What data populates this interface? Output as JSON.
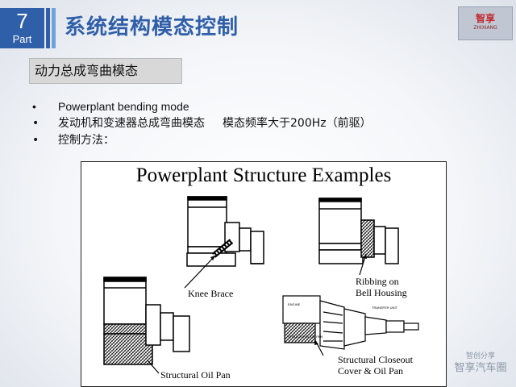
{
  "header": {
    "part_number": "7",
    "part_label": "Part",
    "title": "系统结构模态控制",
    "logo_text": "智享",
    "logo_subtext": "ZHIXIANG"
  },
  "subtitle": "动力总成弯曲模态",
  "bullets": {
    "item1": "Powerplant bending mode",
    "item2_part1": "发动机和变速器总成弯曲模态",
    "item2_part2": "模态频率大于200Hz（前驱）",
    "item3": "控制方法："
  },
  "figure": {
    "title": "Powerplant Structure Examples",
    "label_knee": "Knee Brace",
    "label_ribbing_1": "Ribbing on",
    "label_ribbing_2": "Bell Housing",
    "label_oilpan": "Structural Oil Pan",
    "label_closeout_1": "Structural Closeout",
    "label_closeout_2": "Cover & Oil Pan",
    "tiny_engine": "ENGINE",
    "tiny_transfer": "TRANSFER UNIT",
    "tiny_struct": "STRUCTURAL OIL PAN"
  },
  "watermark": {
    "line1": "智创分享",
    "line2": "智享汽车圈"
  },
  "colors": {
    "accent": "#2f5fa8",
    "accent_light": "#6fa2dc"
  }
}
